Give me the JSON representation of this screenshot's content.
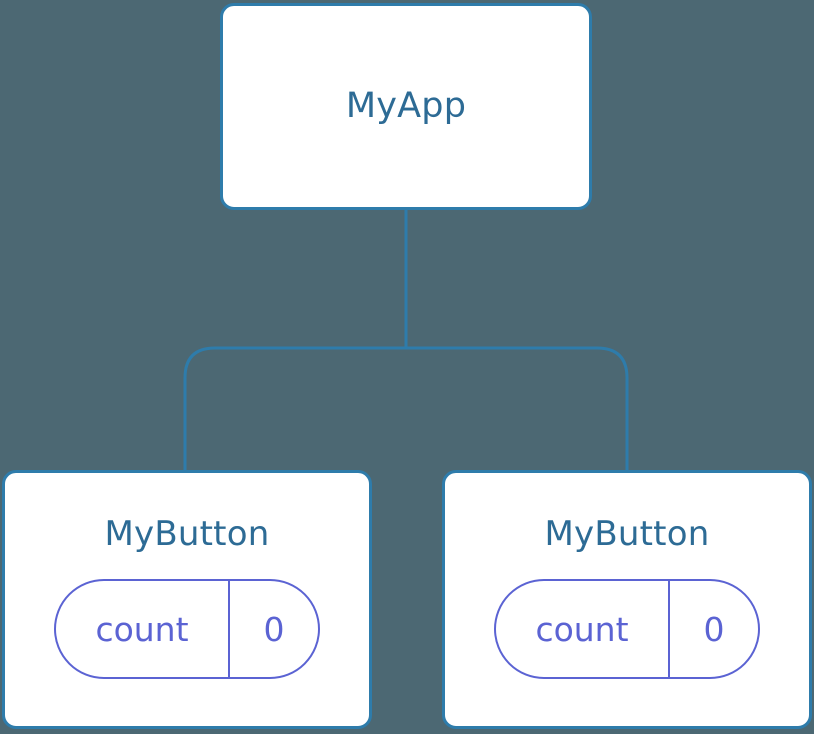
{
  "diagram": {
    "type": "component-tree",
    "background_color": "#4c6873",
    "node_fill_color": "#ffffff",
    "node_border_color": "#2e7cab",
    "node_title_color": "#2d6b95",
    "state_pill_color": "#5b63d3",
    "connector_color": "#2e7cab",
    "root": {
      "title": "MyApp"
    },
    "children": [
      {
        "title": "MyButton",
        "state": {
          "key": "count",
          "value": "0"
        }
      },
      {
        "title": "MyButton",
        "state": {
          "key": "count",
          "value": "0"
        }
      }
    ]
  }
}
